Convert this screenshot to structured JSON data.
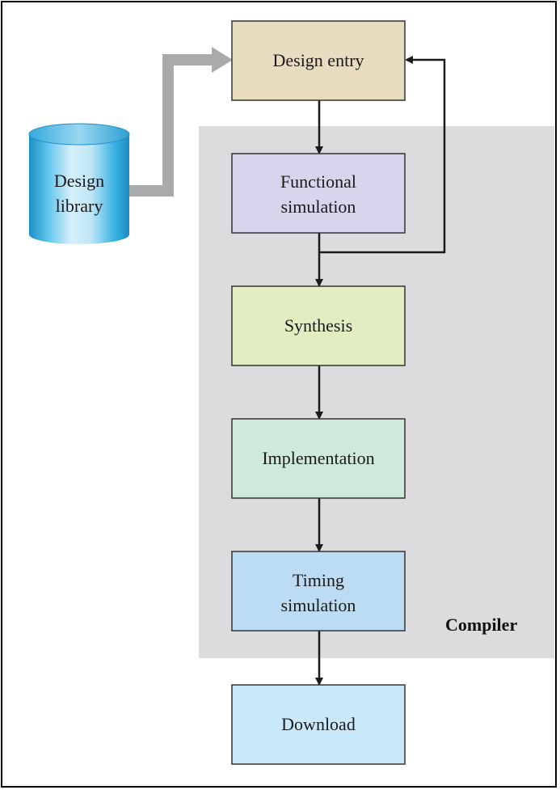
{
  "diagram": {
    "library": {
      "line1": "Design",
      "line2": "library"
    },
    "compiler_label": "Compiler",
    "steps": [
      {
        "line1": "Design entry",
        "line2": "",
        "fill": "#e8dcc0"
      },
      {
        "line1": "Functional",
        "line2": "simulation",
        "fill": "#d9d3ec"
      },
      {
        "line1": "Synthesis",
        "line2": "",
        "fill": "#e2edc2"
      },
      {
        "line1": "Implementation",
        "line2": "",
        "fill": "#cfe9da"
      },
      {
        "line1": "Timing",
        "line2": "simulation",
        "fill": "#bcdcf3"
      },
      {
        "line1": "Download",
        "line2": "",
        "fill": "#c9e8fa"
      }
    ],
    "colors": {
      "compiler_region": "#dcdcde",
      "library_cylinder": "#29a8dd",
      "library_highlight": "#d7f0fb",
      "library_arrow": "#a9aaac",
      "flow_arrow": "#1a1a1a"
    }
  }
}
